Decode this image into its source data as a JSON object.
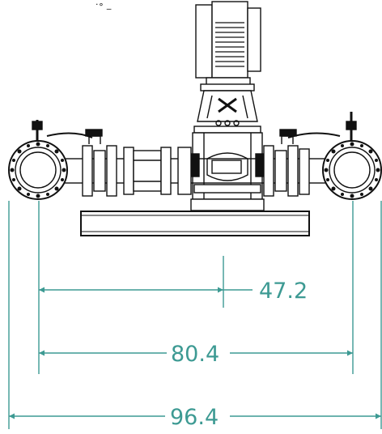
{
  "colors": {
    "dimension": "#3d9a93",
    "line": "#111111",
    "background": "#ffffff"
  },
  "top_fragment": "·∘  _",
  "dimensions": [
    {
      "id": "inner",
      "label": "47.2"
    },
    {
      "id": "middle",
      "label": "80.4"
    },
    {
      "id": "outer",
      "label": "96.4"
    }
  ]
}
